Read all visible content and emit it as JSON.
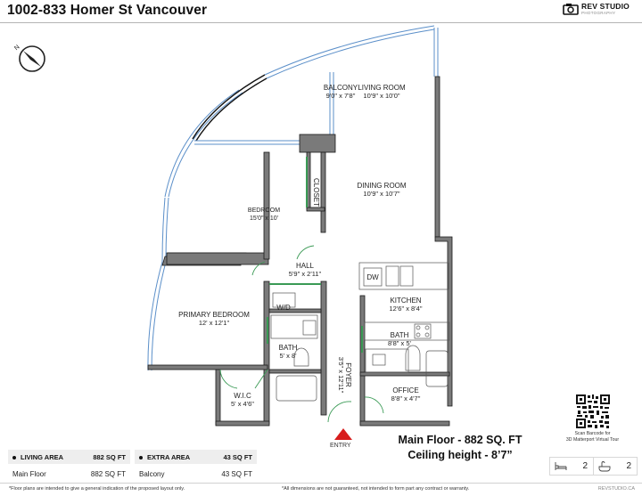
{
  "header": {
    "title": "1002-833 Homer St Vancouver",
    "brand": {
      "name": "REV STUDIO",
      "sub": "PHOTOGRAPHY",
      "icon": "camera-icon"
    }
  },
  "compass": {
    "label": "N",
    "icon": "compass-icon"
  },
  "rooms": [
    {
      "name": "BALCONY",
      "dims": "9'0\" x 7'8\""
    },
    {
      "name": "LIVING ROOM",
      "dims": "10'9\" x 10'0\""
    },
    {
      "name": "DINING ROOM",
      "dims": "10'9\" x 10'7\""
    },
    {
      "name": "CLOSET",
      "dims": ""
    },
    {
      "name": "BEDROOM",
      "dims": "15'0\" x 10'"
    },
    {
      "name": "HALL",
      "dims": "5'9\" x 2'11\""
    },
    {
      "name": "KITCHEN",
      "dims": "12'6\" x 8'4\""
    },
    {
      "name": "PRIMARY BEDROOM",
      "dims": "12' x 12'1\""
    },
    {
      "name": "W/D",
      "dims": ""
    },
    {
      "name": "BATH",
      "dims": "5' x 8'"
    },
    {
      "name": "FOYER",
      "dims": "3'5\" x 12'11\""
    },
    {
      "name": "BATH",
      "dims": "8'8\" x 5'"
    },
    {
      "name": "W.I.C",
      "dims": "5' x 4'6\""
    },
    {
      "name": "OFFICE",
      "dims": "8'8\" x 4'7\""
    }
  ],
  "fixtures": {
    "dishwasher": "DW",
    "washer_dryer": "W/D"
  },
  "entry": {
    "label": "ENTRY",
    "color": "#d71d1d"
  },
  "summary": {
    "line1": "Main Floor - 882 SQ. FT",
    "line2": "Ceiling height - 8’7”"
  },
  "areas": {
    "living": {
      "header": "LIVING AREA",
      "header_value": "882 SQ FT",
      "rows": [
        {
          "label": "Main Floor",
          "value": "882 SQ FT"
        }
      ]
    },
    "extra": {
      "header": "EXTRA AREA",
      "header_value": "43 SQ FT",
      "rows": [
        {
          "label": "Balcony",
          "value": "43 SQ FT"
        }
      ]
    }
  },
  "qr": {
    "caption_line1": "Scan Barcode for",
    "caption_line2": "3D Matterport Virtual Tour"
  },
  "counts": {
    "bedrooms": {
      "icon": "bed-icon",
      "value": "2"
    },
    "bathrooms": {
      "icon": "bathtub-icon",
      "value": "2"
    }
  },
  "footer": {
    "disclaimer_left": "*Floor plans are intended to give a general indication of the proposed layout only.",
    "disclaimer_mid": "*All dimensions are not guaranteed, not intended to form part any contract or warranty.",
    "site": "REVSTUDIO.CA"
  },
  "colors": {
    "wall": "#7a7a7a",
    "window": "#5b8fc9",
    "door": "#3a9a55",
    "entry": "#d71d1d"
  }
}
